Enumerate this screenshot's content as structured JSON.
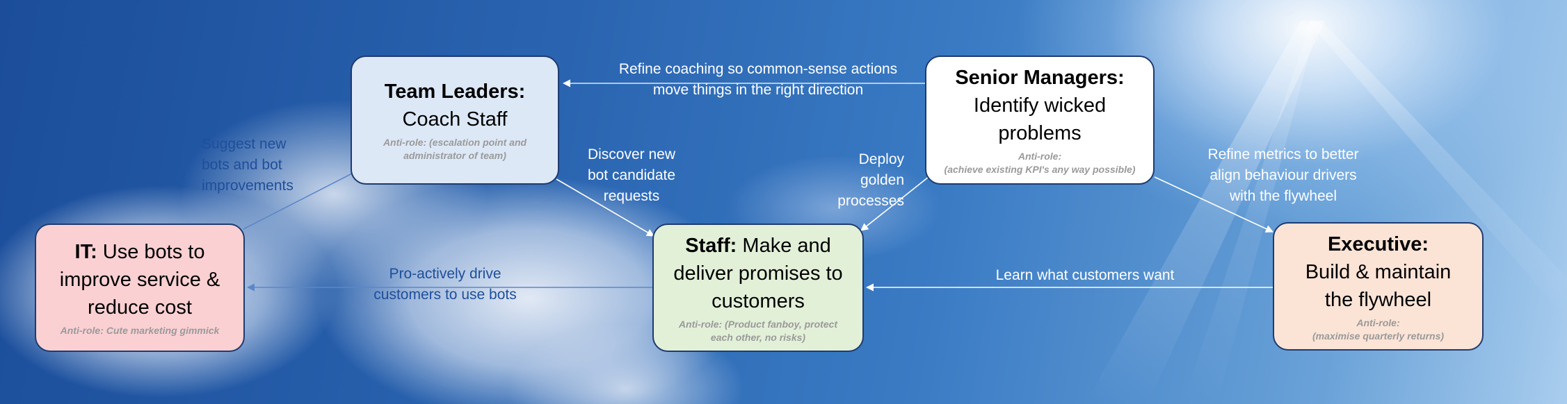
{
  "nodes": {
    "team_leaders": {
      "role": "Team Leaders:",
      "goal": "Coach Staff",
      "anti_role": "Anti-role: (escalation point and administrator of team)",
      "fill": "#dce8f5"
    },
    "senior_managers": {
      "role": "Senior Managers:",
      "goal": "Identify wicked problems",
      "anti_role_label": "Anti-role:",
      "anti_role": "(achieve existing KPI's any way possible)",
      "fill": "#ffffff"
    },
    "it": {
      "role": "IT:",
      "goal": "Use bots to improve service & reduce cost",
      "anti_role": "Anti-role: Cute marketing gimmick",
      "fill": "#fbd0d2"
    },
    "staff": {
      "role": "Staff:",
      "goal": "Make and deliver promises to customers",
      "anti_role": "Anti-role: (Product fanboy, protect each other, no risks)",
      "fill": "#e3f0d8"
    },
    "executive": {
      "role": "Executive:",
      "goal": "Build & maintain the flywheel",
      "anti_role_label": "Anti-role:",
      "anti_role": "(maximise quarterly returns)",
      "fill": "#fbe3d6"
    }
  },
  "edges": {
    "refine_coaching": "Refine coaching so common-sense actions\nmove things in the right direction",
    "suggest_bots": "Suggest new\nbots and bot\nimprovements",
    "discover_requests": "Discover new\nbot candidate\nrequests",
    "deploy_processes": "Deploy\ngolden\nprocesses",
    "refine_metrics": "Refine metrics to better\nalign behaviour drivers\nwith the flywheel",
    "proactive_drive": "Pro-actively drive\ncustomers to use bots",
    "learn_customers": "Learn what customers want"
  },
  "colors": {
    "box_border": "#1f3a6e",
    "arrow_light": "#ffffff",
    "arrow_dark": "#5b87c8",
    "label_dark": "#1f4e9a"
  }
}
